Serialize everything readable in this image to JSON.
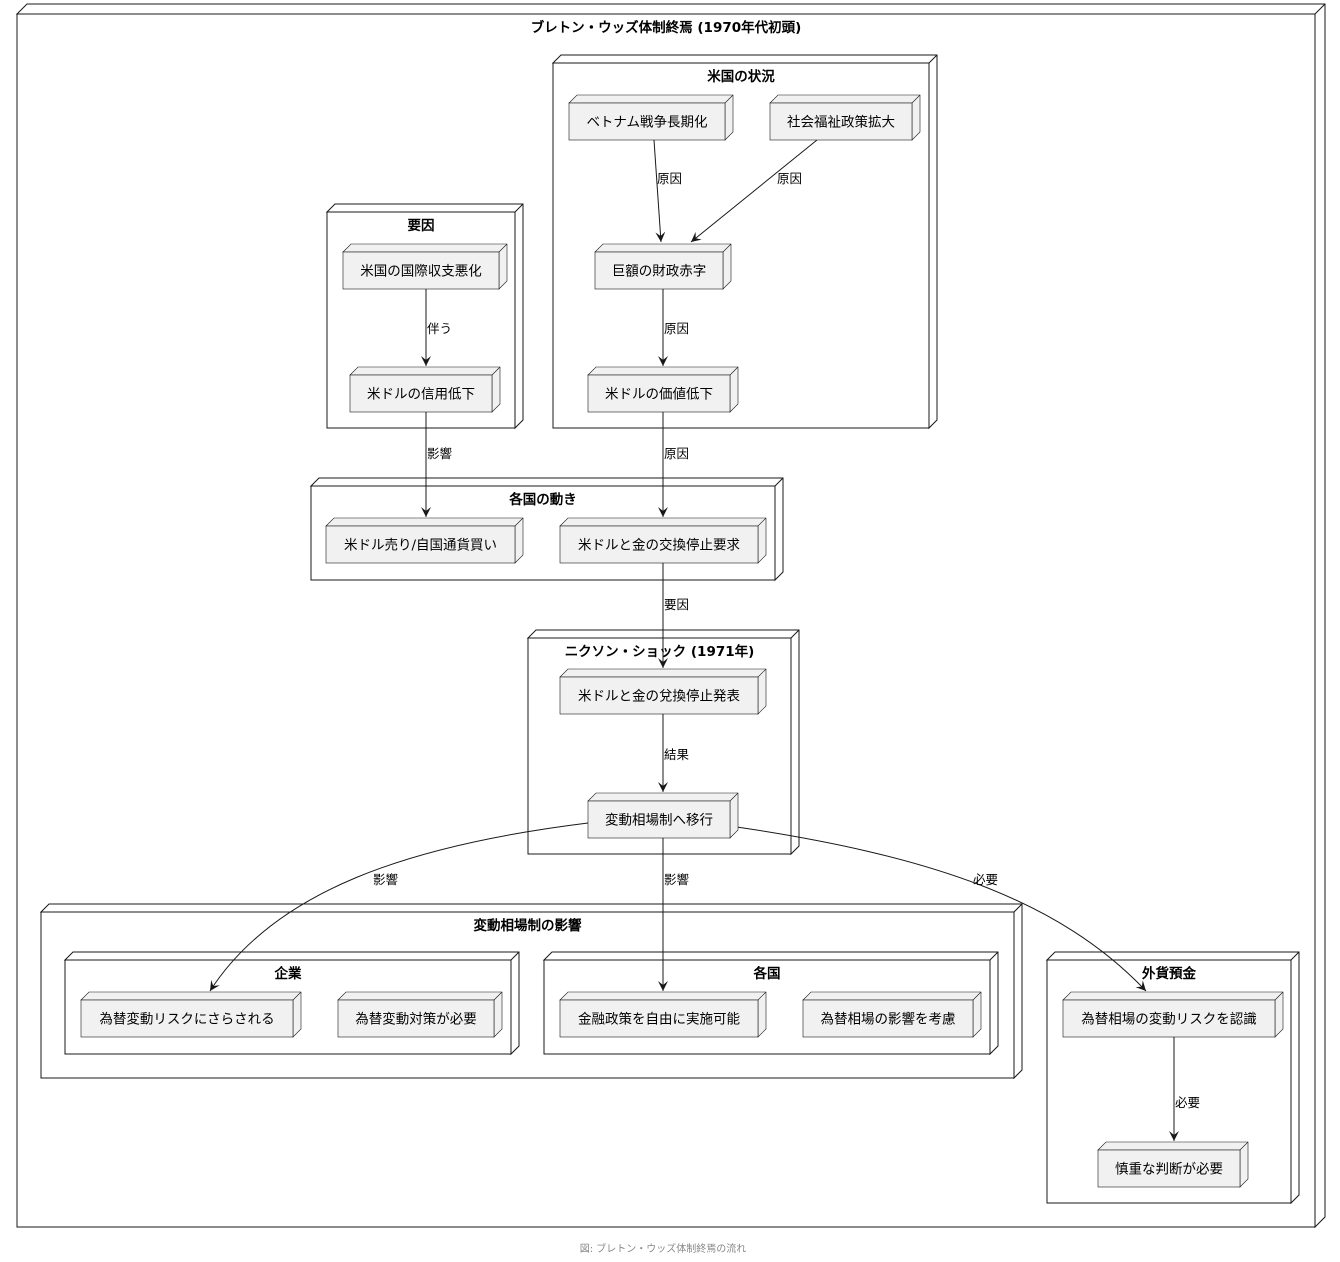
{
  "diagram": {
    "caption": "図: ブレトン・ウッズ体制終焉の流れ",
    "packages": {
      "root": "ブレトン・ウッズ体制終焉 (1970年代初頭)",
      "us_situation": "米国の状況",
      "factors": "要因",
      "countries_actions": "各国の動き",
      "nixon_shock": "ニクソン・ショック (1971年)",
      "floating_effects": "変動相場制の影響",
      "companies": "企業",
      "countries": "各国",
      "fx_deposit": "外貨預金"
    },
    "nodes": {
      "vietnam": "ベトナム戦争長期化",
      "welfare": "社会福祉政策拡大",
      "deficit": "巨額の財政赤字",
      "usd_value": "米ドルの価値低下",
      "bop": "米国の国際収支悪化",
      "usd_credit": "米ドルの信用低下",
      "sell_usd": "米ドル売り/自国通貨買い",
      "stop_request": "米ドルと金の交換停止要求",
      "stop_announce": "米ドルと金の兌換停止発表",
      "floating": "変動相場制へ移行",
      "fx_risk_exposed": "為替変動リスクにさらされる",
      "fx_measures": "為替変動対策が必要",
      "monetary_policy": "金融政策を自由に実施可能",
      "consider_fx": "為替相場の影響を考慮",
      "recognize_risk": "為替相場の変動リスクを認識",
      "careful_judgment": "慎重な判断が必要"
    },
    "edges": {
      "vietnam_deficit": "原因",
      "welfare_deficit": "原因",
      "deficit_value": "原因",
      "bop_credit": "伴う",
      "credit_sell": "影響",
      "value_request": "原因",
      "request_announce": "要因",
      "announce_floating": "結果",
      "floating_companies": "影響",
      "floating_countries": "影響",
      "floating_deposit": "必要",
      "recognize_careful": "必要"
    }
  }
}
